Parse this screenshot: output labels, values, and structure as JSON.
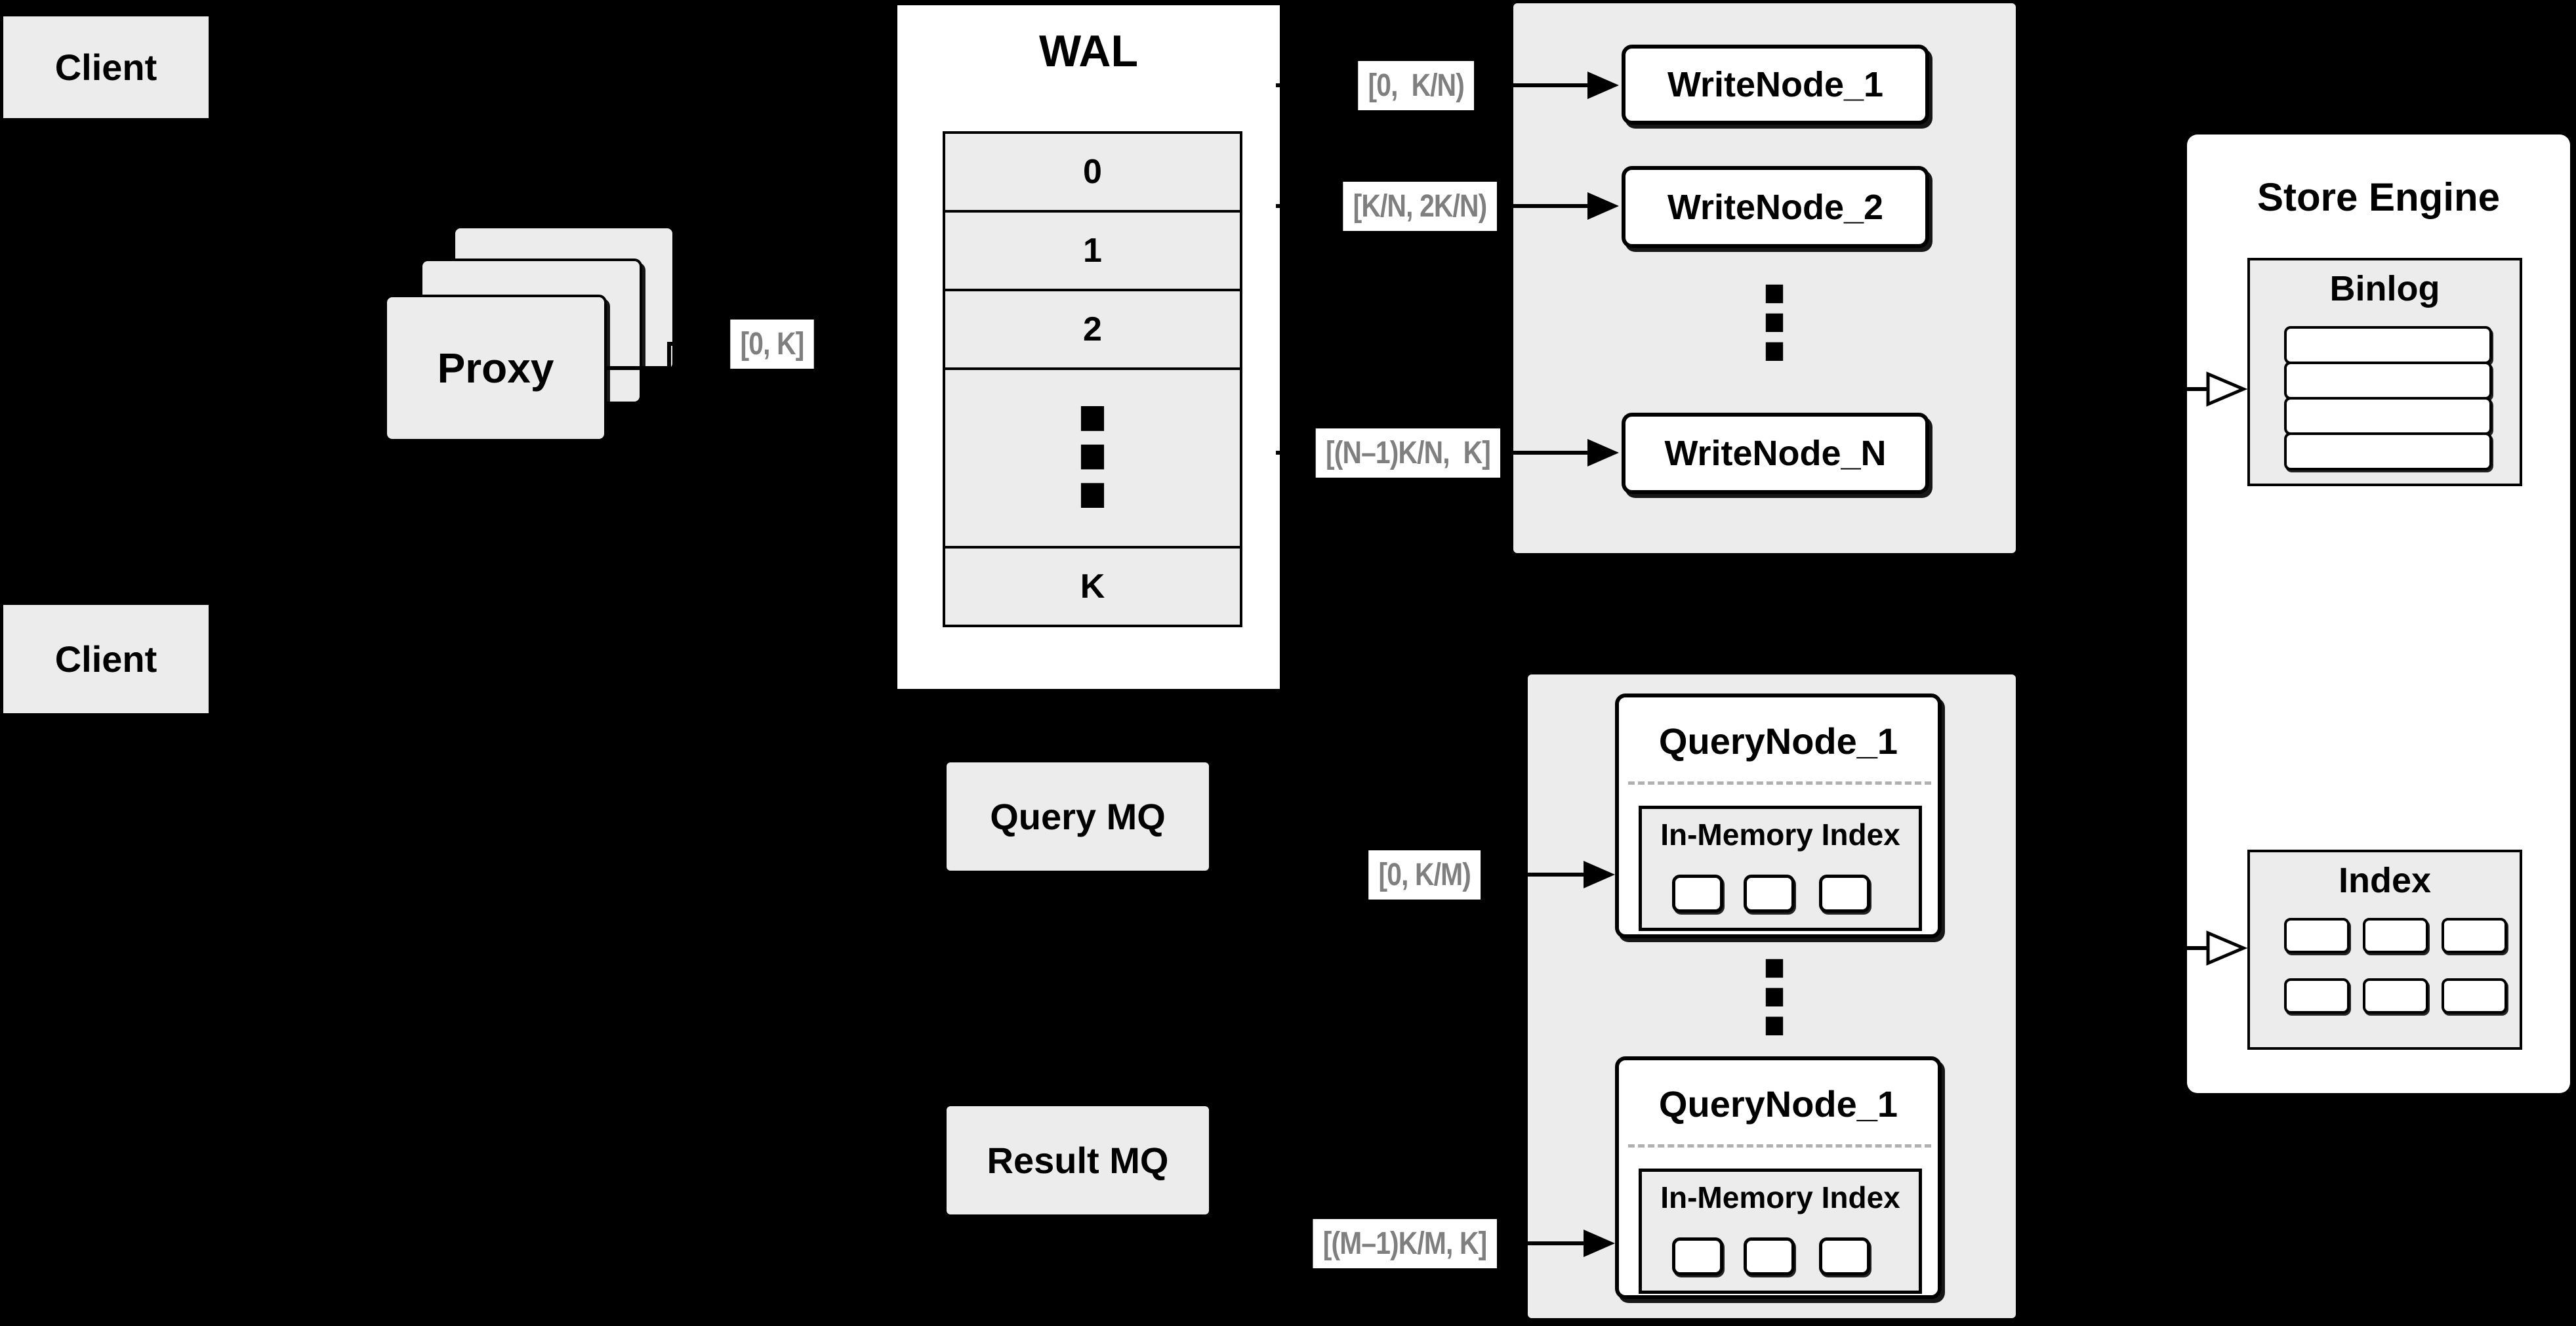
{
  "colors": {
    "background": "#000000",
    "panel_gray": "#ececec",
    "panel_white": "#ffffff",
    "line": "#000000",
    "label_text": "#7f7f7f",
    "dashed_divider": "#b0b0b0"
  },
  "icons": {
    "vertical_ellipsis": "⋮"
  },
  "clients": {
    "top": "Client",
    "bottom": "Client"
  },
  "proxy": {
    "label": "Proxy",
    "stack_count": 3
  },
  "wal": {
    "title": "WAL",
    "slots": [
      "0",
      "1",
      "2"
    ],
    "last_slot": "K"
  },
  "edge_labels": {
    "proxy_to_wal": "[0, K]",
    "wal_to_writenode_1": "[0,  K/N)",
    "wal_to_writenode_2": "[K/N, 2K/N)",
    "wal_to_writenode_n": "[(N–1)K/N,  K]",
    "querymq_to_querynode_1": "[0, K/M)",
    "resultmq_to_querynode_m": "[(M–1)K/M, K]"
  },
  "write_nodes": {
    "items": [
      "WriteNode_1",
      "WriteNode_2",
      "WriteNode_N"
    ]
  },
  "query_nodes": {
    "nodes": [
      {
        "title": "QueryNode_1",
        "memory_title": "In-Memory Index",
        "cell_count": 3
      },
      {
        "title": "QueryNode_1",
        "memory_title": "In-Memory Index",
        "cell_count": 3
      }
    ]
  },
  "mq": {
    "query": "Query MQ",
    "result": "Result MQ"
  },
  "store_engine": {
    "title": "Store Engine",
    "binlog": {
      "title": "Binlog",
      "row_count": 4
    },
    "index": {
      "title": "Index",
      "cell_count": 6
    }
  }
}
